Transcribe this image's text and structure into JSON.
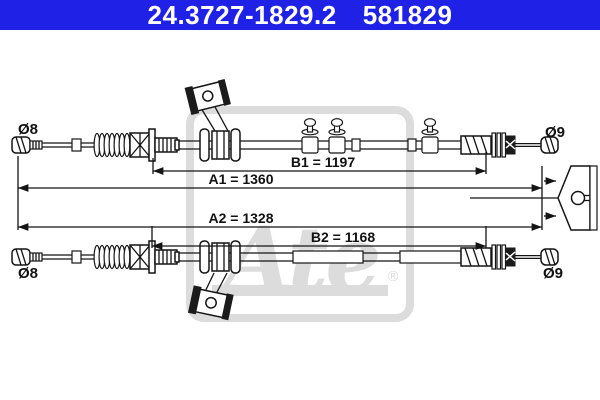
{
  "header": {
    "part_number": "24.3727-1829.2",
    "reference": "581829",
    "bg_color": "#1F21E6",
    "text_color": "#FFFFFF"
  },
  "diagram": {
    "line_color": "#141414",
    "labels": {
      "top_left_diameter": "Ø8",
      "top_right_diameter": "Ø9",
      "bottom_left_diameter": "Ø8",
      "bottom_right_diameter": "Ø9",
      "dim_b1": "B1 = 1197",
      "dim_a1": "A1 = 1360",
      "dim_a2": "A2 = 1328",
      "dim_b2": "B2 = 1168"
    },
    "watermark": {
      "script_text": "Ate",
      "registered_mark": "®",
      "color": "#DCDCDC"
    }
  }
}
